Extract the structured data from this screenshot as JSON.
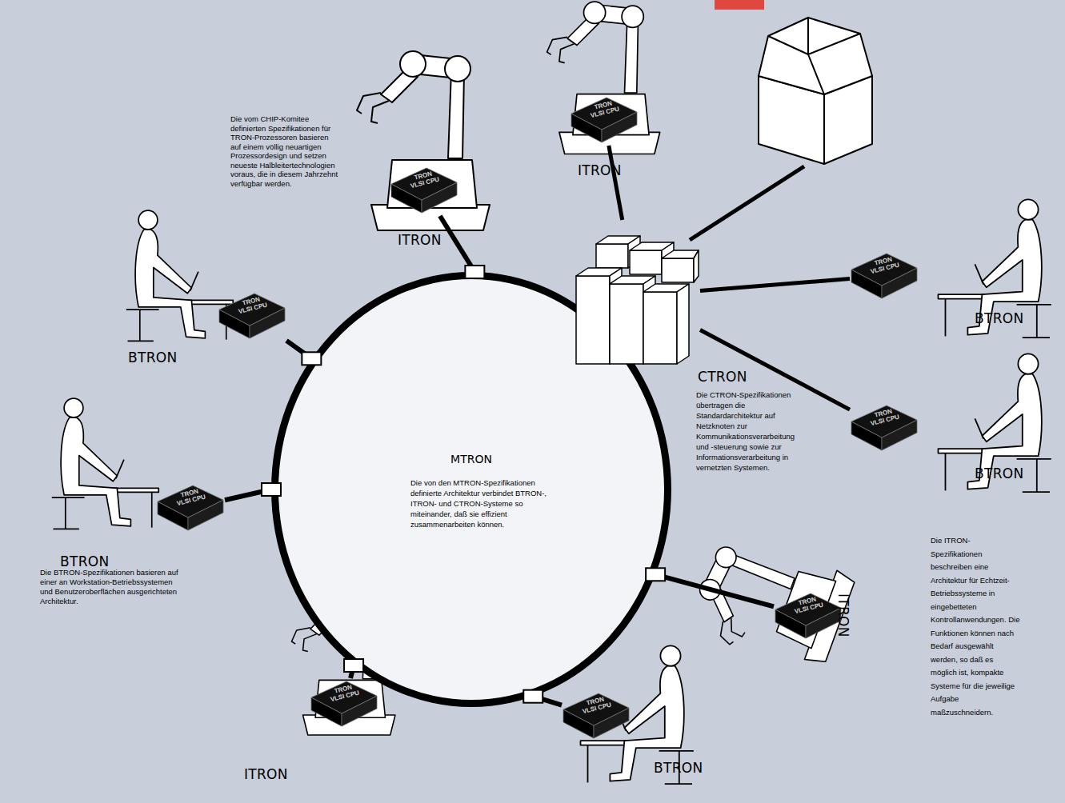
{
  "diagram": {
    "nodes": [
      {
        "text": [
          "MTRON",
          "Die von den MTRON-Spezifikationen definierte Architektur verbindet BTRON-, ITRON- und CTRON-Systeme so miteinander, daß sie effizient zusammenarbeiten können."
        ]
      },
      {
        "text": [
          "TRON VLSI CPU",
          "ITRON"
        ]
      },
      {
        "text": [
          "TRON VLSI CPU",
          "ITRON"
        ]
      },
      {
        "text": [
          "CTRON",
          "Die CTRON-Spezifikationen übertragen die Standardarchitektur auf Netzknoten zur Kommunikationsverarbeitung und -steuerung sowie zur Informationsverarbeitung in vernetzten Systemen."
        ]
      },
      {
        "text": [
          "TRON VLSI CPU",
          "BTRON"
        ]
      },
      {
        "text": [
          "TRON VLSI CPU",
          "BTRON"
        ]
      },
      {
        "text": [
          "TRON VLSI CPU",
          "BTRON"
        ]
      },
      {
        "text": [
          "TRON VLSI CPU",
          "BTRON"
        ]
      },
      {
        "text": [
          "TRON VLSI CPU",
          "ITRON"
        ]
      },
      {
        "text": [
          "TRON VLSI CPU",
          "ITRON"
        ]
      },
      {
        "text": [
          "TRON VLSI CPU",
          "BTRON"
        ]
      }
    ],
    "edges": [
      {
        "from": 0,
        "to": 2,
        "arrow": "none"
      },
      {
        "from": 3,
        "to": 1,
        "arrow": "none"
      },
      {
        "from": 3,
        "to": 4,
        "arrow": "none"
      },
      {
        "from": 3,
        "to": 6,
        "arrow": "none"
      },
      {
        "from": 0,
        "to": 5,
        "arrow": "none"
      },
      {
        "from": 0,
        "to": 7,
        "arrow": "none"
      },
      {
        "from": 0,
        "to": 8,
        "arrow": "none"
      },
      {
        "from": 0,
        "to": 9,
        "arrow": "none"
      },
      {
        "from": 0,
        "to": 10,
        "arrow": "none"
      }
    ],
    "labels": [
      "Die vom CHIP-Komitee definierten Spezifikationen für TRON-Prozessoren basieren auf einem völlig neuartigen Prozessordesign und setzen neueste Halbleitertechnologien voraus, die in diesem Jahrzehnt verfügbar werden.",
      "Die BTRON-Spezifikationen basieren auf einer an Workstation-Betriebssystemen und Benutzeroberflächen ausgerichteten Architektur.",
      "Die ITRON-Spezifikationen beschreiben eine Architektur für Echtzeit-Betriebssysteme in eingebetteten Kontrollanwendungen. Die Funktionen können nach Bedarf ausgewählt werden, so daß es möglich ist, kompakte Systeme für die jeweilige Aufgabe maßzuschneidern."
    ]
  }
}
